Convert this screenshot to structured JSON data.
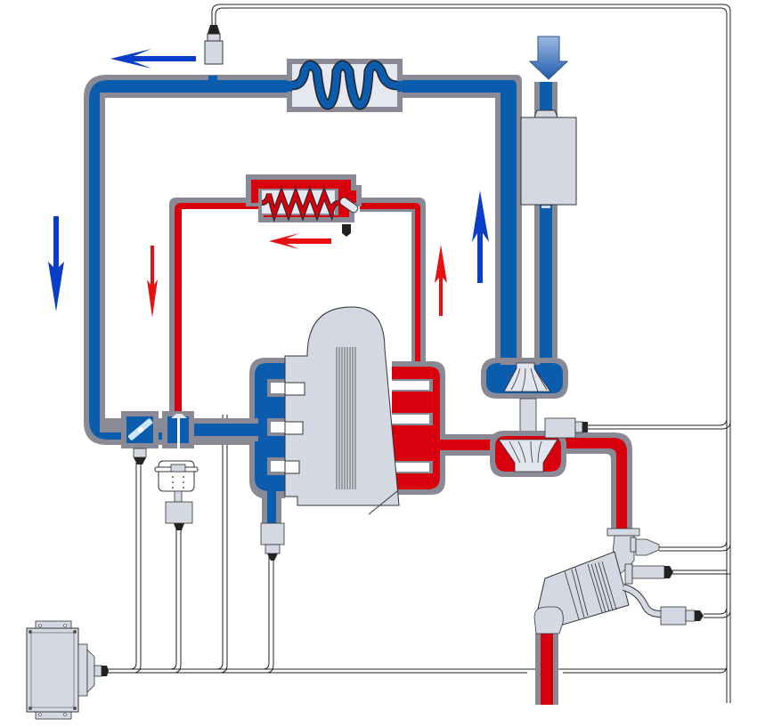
{
  "diagram": {
    "type": "turbocharged-engine-air-exhaust-schematic",
    "components": [
      "intercooler-icon",
      "egr-cooler-icon",
      "air-filter-icon",
      "turbo-compressor-icon",
      "turbo-turbine-icon",
      "engine-block-icon",
      "throttle-valve-icon",
      "egr-valve-icon",
      "ecu-icon",
      "lambda-sensor-icon",
      "pressure-sensor-icon",
      "flow-arrow-icon"
    ],
    "colors": {
      "intake_air": "#0b5cad",
      "exhaust": "#d8000c",
      "pipe_wall": "#8a8a96",
      "component_fill": "#d4d8e2",
      "arrow_blue": "#0a3ec8",
      "arrow_red": "#e81010",
      "wire": "#222222",
      "background": "#ffffff"
    },
    "flow_directions": {
      "intake_top": "left",
      "intake_left": "down",
      "intake_right": "up",
      "air_inlet": "down",
      "egr_top": "left",
      "egr_left": "down",
      "egr_right": "up"
    }
  }
}
